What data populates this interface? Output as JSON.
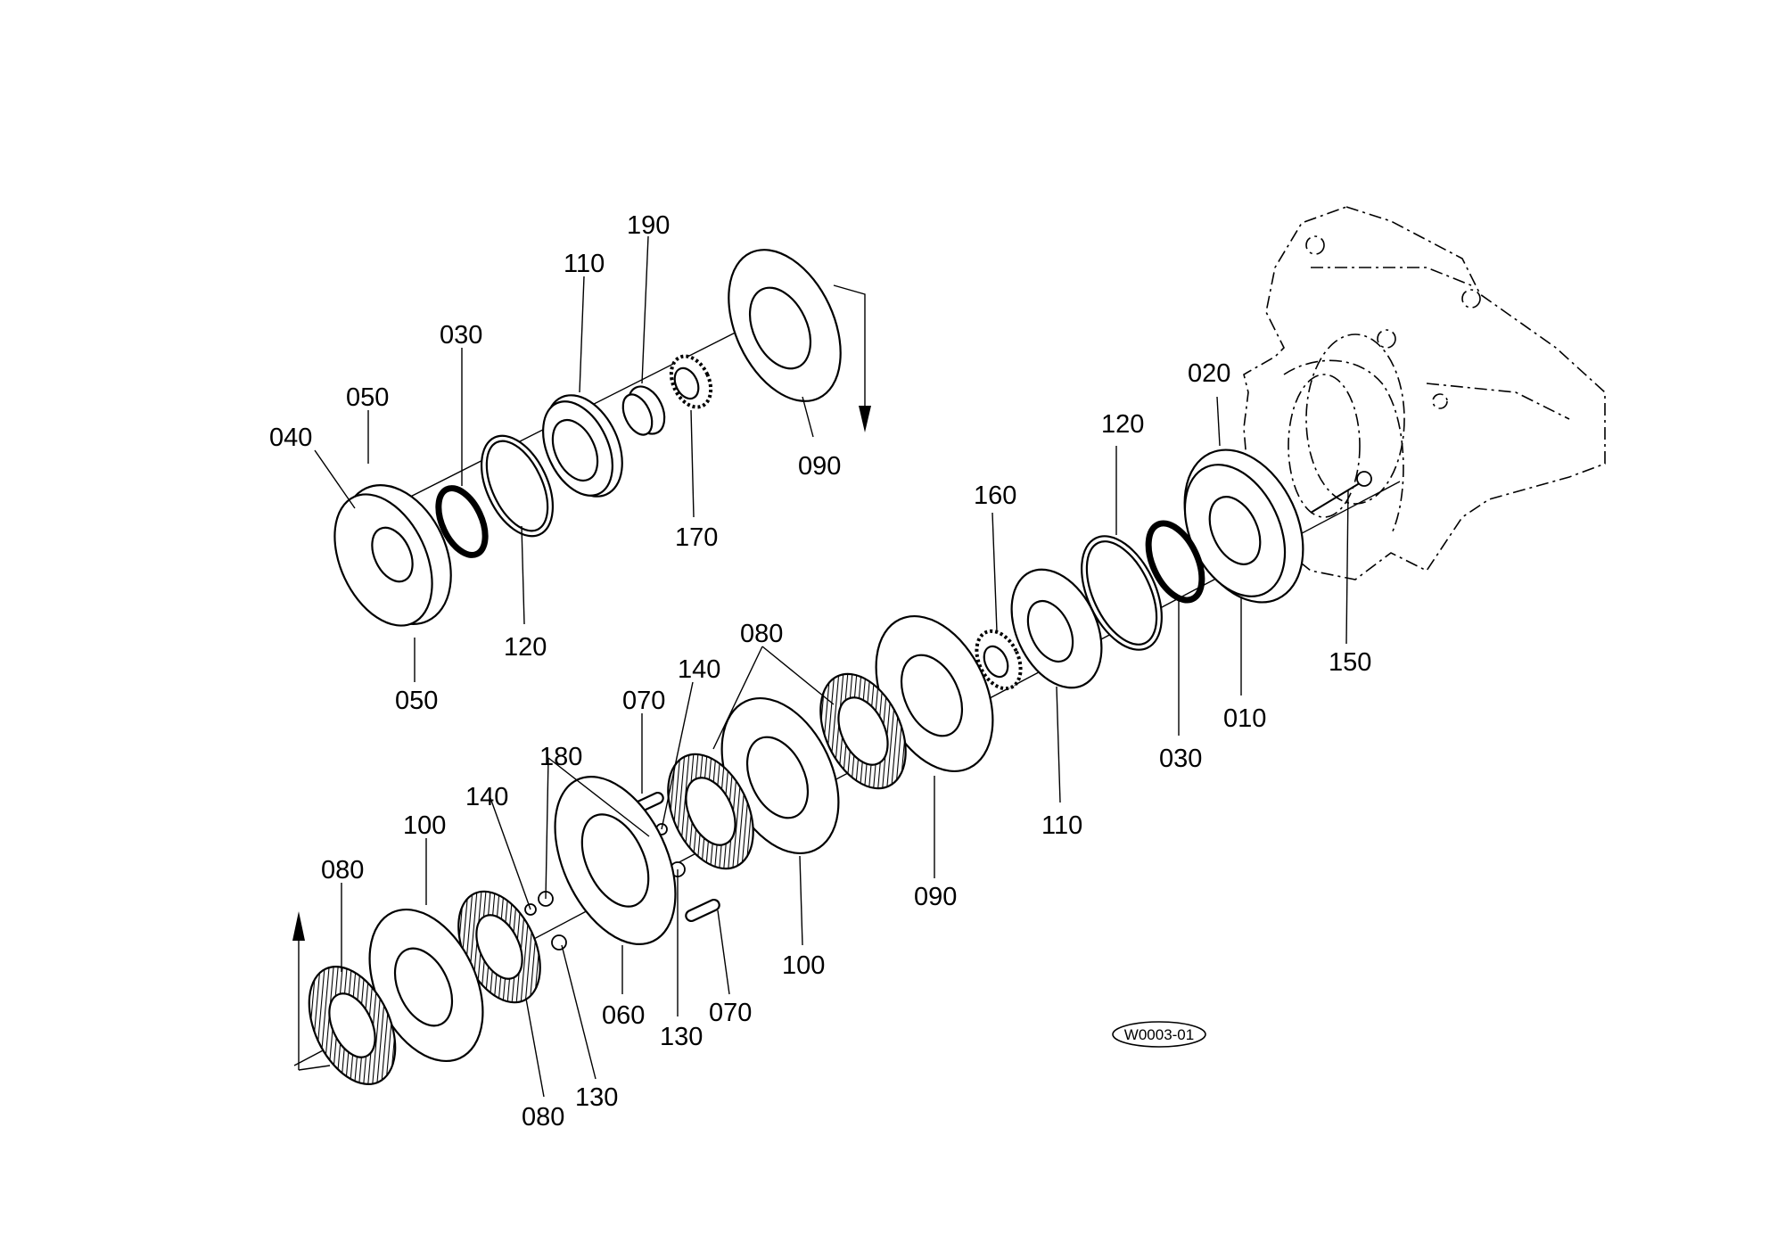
{
  "diagram": {
    "drawing_code": "W0003-01",
    "labels": {
      "p190": "190",
      "p110a": "110",
      "p030a": "030",
      "p050a": "050",
      "p040": "040",
      "p120a": "120",
      "p050b": "050",
      "p170": "170",
      "p090a": "090",
      "p020": "020",
      "p120b": "120",
      "p160": "160",
      "p150": "150",
      "p010": "010",
      "p030b": "030",
      "p110b": "110",
      "p080a": "080",
      "p140a": "140",
      "p070a": "070",
      "p180": "180",
      "p140b": "140",
      "p100a": "100",
      "p080b": "080",
      "p090b": "090",
      "p100b": "100",
      "p070b": "070",
      "p130a": "130",
      "p060": "060",
      "p130b": "130",
      "p080c": "080"
    }
  }
}
